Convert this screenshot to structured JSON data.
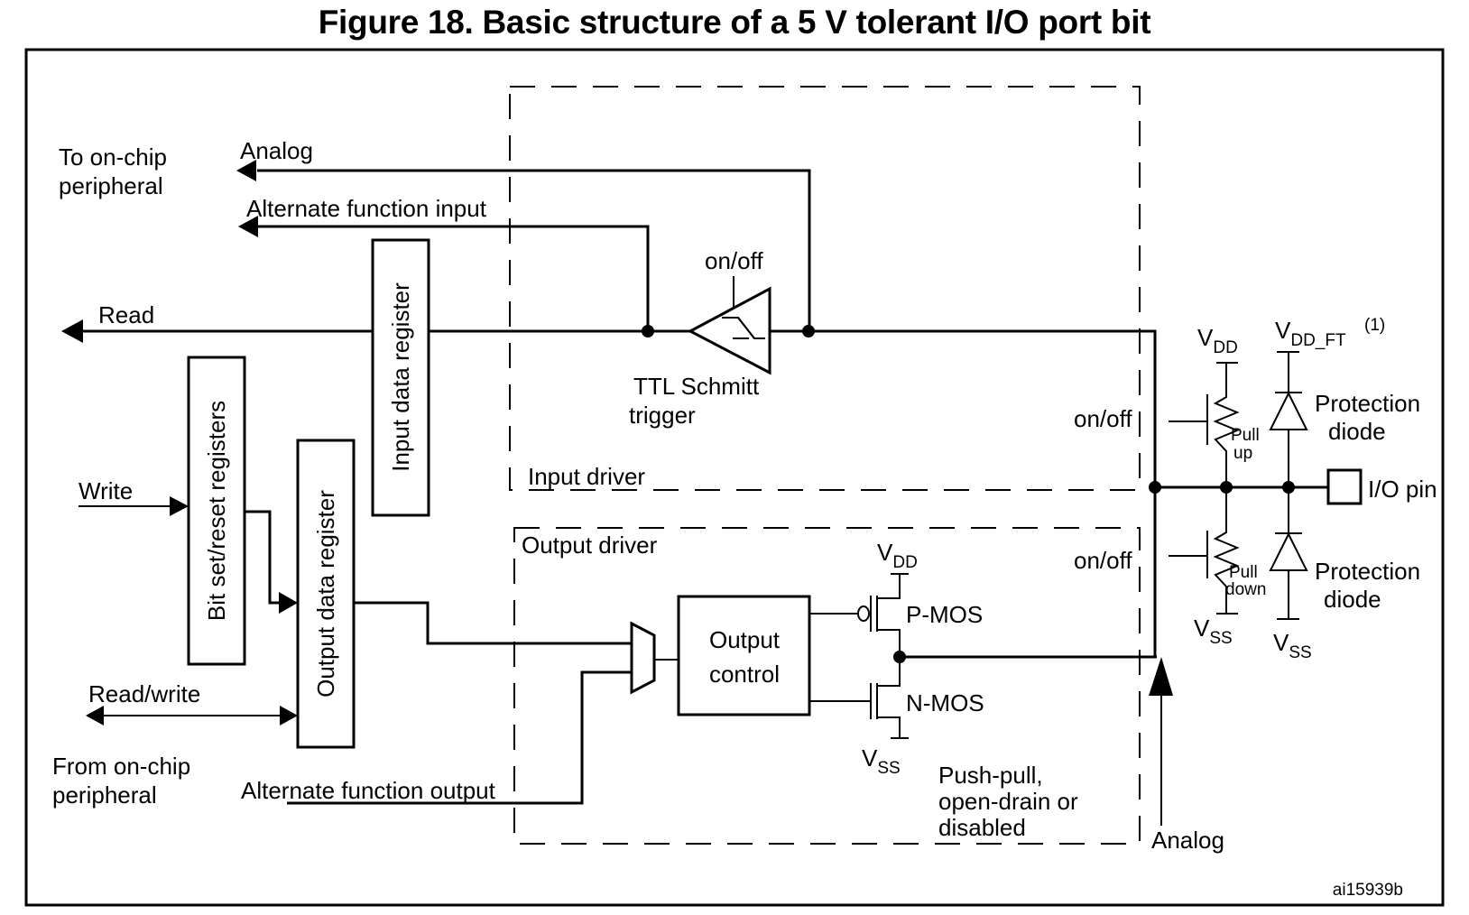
{
  "figure": {
    "title": "Figure 18. Basic structure of a 5 V tolerant I/O port bit",
    "ref_id": "ai15939b"
  },
  "left_labels": {
    "to_on_chip_1": "To on-chip",
    "to_on_chip_2": "peripheral",
    "from_on_chip_1": "From on-chip",
    "from_on_chip_2": "peripheral"
  },
  "signals": {
    "analog_in": "Analog",
    "alt_func_input": "Alternate function input",
    "read": "Read",
    "write": "Write",
    "read_write": "Read/write",
    "alt_func_output": "Alternate function output",
    "analog_out": "Analog"
  },
  "blocks": {
    "input_data_register": "Input data register",
    "bit_set_reset_registers": "Bit set/reset registers",
    "output_data_register": "Output data register",
    "output_control_1": "Output",
    "output_control_2": "control"
  },
  "input_driver": {
    "label": "Input driver",
    "schmitt_onoff": "on/off",
    "schmitt_1": "TTL Schmitt",
    "schmitt_2": "trigger"
  },
  "output_driver": {
    "label": "Output driver",
    "vdd": "V",
    "vdd_sub": "DD",
    "pmos": "P-MOS",
    "nmos": "N-MOS",
    "vss": "V",
    "vss_sub": "SS",
    "mode_1": "Push-pull,",
    "mode_2": "open-drain or",
    "mode_3": "disabled"
  },
  "pin_section": {
    "onoff_top": "on/off",
    "onoff_bottom": "on/off",
    "vdd": "V",
    "vdd_sub": "DD",
    "vdd_ft": "V",
    "vdd_ft_sub": "DD_FT",
    "note": "(1)",
    "pull_up_1": "Pull",
    "pull_up_2": "up",
    "pull_down_1": "Pull",
    "pull_down_2": "down",
    "protection_1": "Protection",
    "protection_2": "diode",
    "protection_b1": "Protection",
    "protection_b2": "diode",
    "vss1": "V",
    "vss1_sub": "SS",
    "vss2": "V",
    "vss2_sub": "SS",
    "io_pin": "I/O pin"
  }
}
